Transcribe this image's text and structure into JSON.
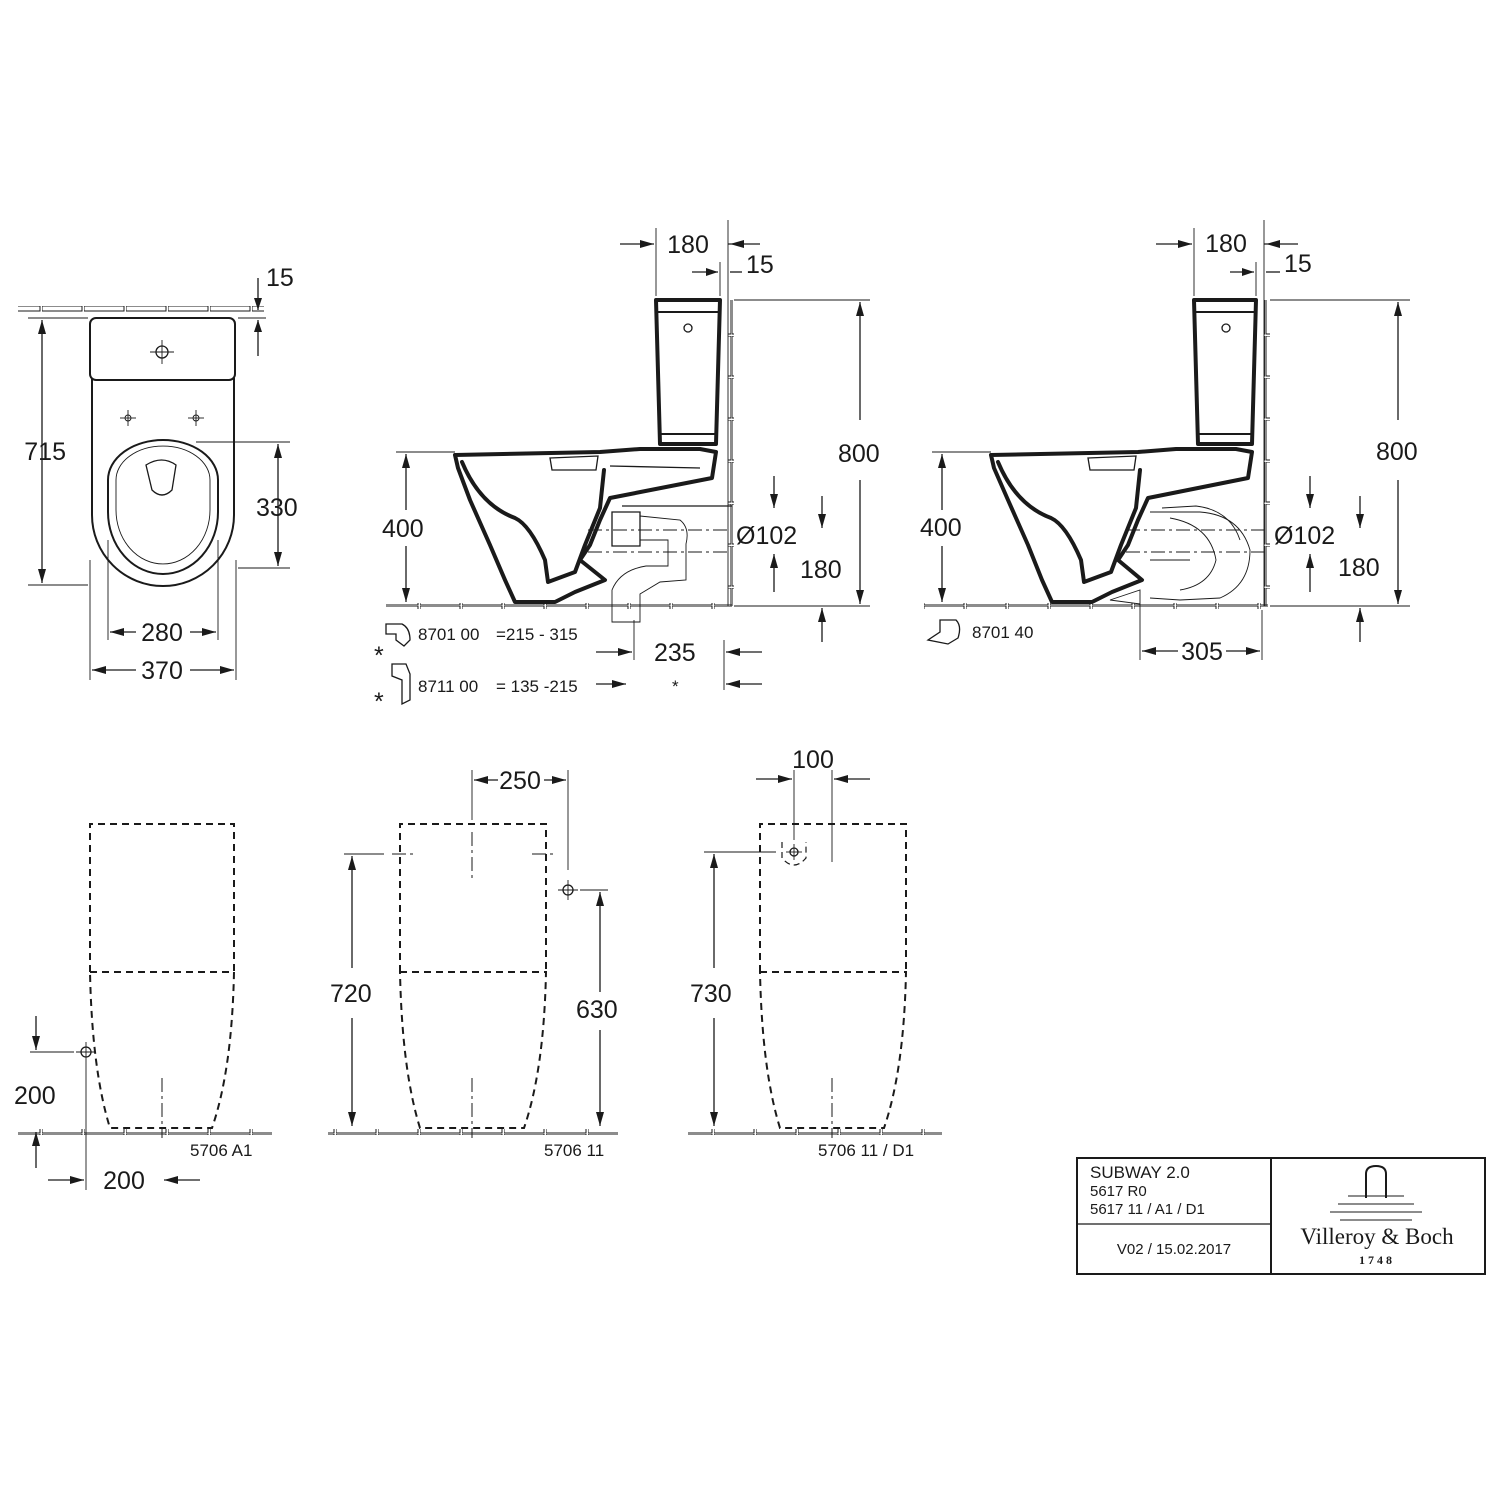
{
  "top_view": {
    "dim_wall": "15",
    "dim_depth": "715",
    "dim_seat": "330",
    "dim_inner_width": "280",
    "dim_width": "370"
  },
  "side_view_left": {
    "dim_tank_depth": "180",
    "dim_wall_gap": "15",
    "dim_height": "800",
    "dim_seat_height": "400",
    "dim_outlet_diameter": "Ø102",
    "dim_outlet_height": "180",
    "dim_outlet_distance": "235",
    "star": "*",
    "connector_1": {
      "star": "*",
      "code": "8701 00",
      "range": "=215 - 315"
    },
    "connector_2": {
      "star": "*",
      "code": "8711 00",
      "range": "= 135 -215"
    }
  },
  "side_view_right": {
    "dim_tank_depth": "180",
    "dim_wall_gap": "15",
    "dim_height": "800",
    "dim_seat_height": "400",
    "dim_outlet_diameter": "Ø102",
    "dim_outlet_height": "180",
    "dim_outlet_distance": "305",
    "connector": {
      "code": "8701 40"
    }
  },
  "rear_view_a1": {
    "dim_inlet_height": "200",
    "dim_inlet_offset": "200",
    "code": "5706 A1"
  },
  "rear_view_11": {
    "dim_inlet_offset": "250",
    "dim_total_height": "720",
    "dim_inlet_height": "630",
    "code": "5706 11"
  },
  "rear_view_d1": {
    "dim_inlet_offset": "100",
    "dim_inlet_height": "730",
    "code": "5706 11 / D1"
  },
  "title_block": {
    "product": "SUBWAY 2.0",
    "article_1": "5617 R0",
    "article_2": "5617 11 / A1 / D1",
    "version": "V02 / 15.02.2017",
    "brand": "Villeroy & Boch",
    "brand_year": "1748"
  }
}
